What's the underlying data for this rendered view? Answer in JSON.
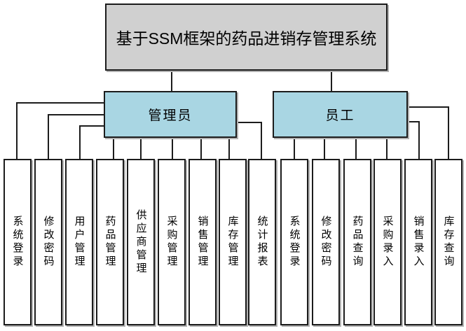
{
  "diagram": {
    "title": "基于SSM框架的药品进销存管理系统",
    "parents": [
      {
        "id": "admin",
        "label": "管理员"
      },
      {
        "id": "employee",
        "label": "员工"
      }
    ],
    "leaves": [
      {
        "label": "系统登录",
        "parent": "管理员"
      },
      {
        "label": "修改密码",
        "parent": "管理员"
      },
      {
        "label": "用户管理",
        "parent": "管理员"
      },
      {
        "label": "药品管理",
        "parent": "管理员"
      },
      {
        "label": "供应商管理",
        "parent": "管理员"
      },
      {
        "label": "采购管理",
        "parent": "管理员"
      },
      {
        "label": "销售管理",
        "parent": "管理员"
      },
      {
        "label": "库存管理",
        "parent": "管理员"
      },
      {
        "label": "统计报表",
        "parent": "管理员"
      },
      {
        "label": "系统登录",
        "parent": "员工"
      },
      {
        "label": "修改密码",
        "parent": "员工"
      },
      {
        "label": "药品查询",
        "parent": "员工"
      },
      {
        "label": "采购录入",
        "parent": "员工"
      },
      {
        "label": "销售录入",
        "parent": "员工"
      },
      {
        "label": "库存查询",
        "parent": "员工"
      }
    ],
    "colors": {
      "root_fill": "#d0d0d0",
      "parent_fill": "#a9d6e3",
      "line": "#1c1c1c",
      "background": "#ffffff"
    }
  }
}
